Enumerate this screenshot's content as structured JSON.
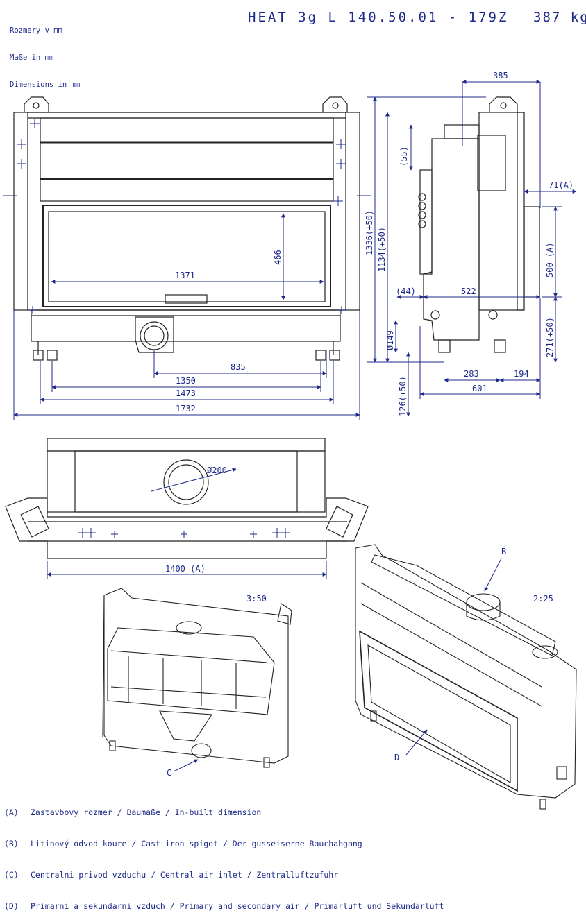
{
  "header": {
    "units_lines": [
      "Rozmery v mm",
      "Maße in mm",
      "Dimensions in mm"
    ],
    "model": "HEAT 3g L 140.50.01 - 179Z",
    "weight": "387 kg"
  },
  "front_view": {
    "dims": {
      "opening_height": "466",
      "opening_width": "1371",
      "inlet_offset": "835",
      "base_1350": "1350",
      "base_1473": "1473",
      "overall_width": "1732",
      "overall_height": "1336(+50)",
      "height_1134": "1134(+50)"
    }
  },
  "side_view": {
    "dims": {
      "depth_385": "385",
      "d55": "(55)",
      "d71": "71(A)",
      "d500": "500 (A)",
      "d44": "(44)",
      "d522": "522",
      "d149": "Ø149",
      "d271": "271(+50)",
      "d283": "283",
      "d194": "194",
      "d601": "601",
      "d126": "126(+50)"
    }
  },
  "top_view": {
    "dims": {
      "spigot": "Ø200",
      "builtin_width": "1400 (A)"
    }
  },
  "iso_views": {
    "scale_left": "3:50",
    "scale_right": "2:25",
    "callout_b": "B",
    "callout_c": "C",
    "callout_d": "D"
  },
  "legend": [
    {
      "key": "(A)",
      "text": "Zastavbovy rozmer / Baumaße / In-built dimension"
    },
    {
      "key": "(B)",
      "text": "Litinový odvod koure / Cast iron spigot / Der gusseiserne Rauchabgang"
    },
    {
      "key": "(C)",
      "text": "Centralni privod vzduchu / Central air inlet / Zentralluftzufuhr"
    },
    {
      "key": "(D)",
      "text": "Primarni a sekundarni vzduch / Primary and secondary air / Primärluft und Sekundärluft"
    }
  ],
  "colors": {
    "dimension": "#1e2a8a",
    "outline": "#222222"
  }
}
